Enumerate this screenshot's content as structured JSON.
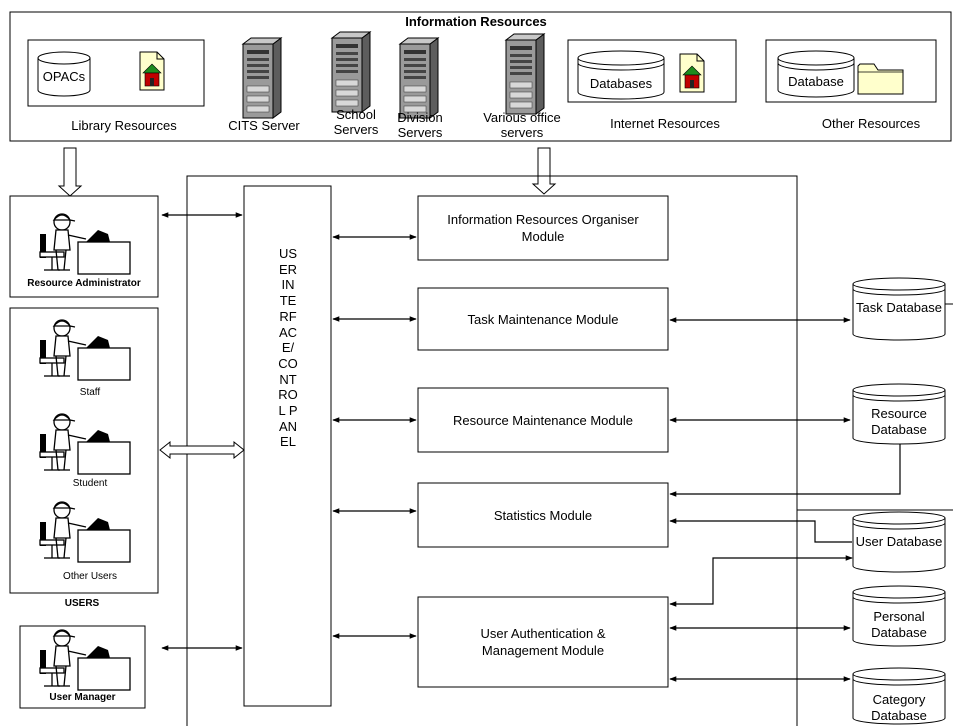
{
  "title": "Information Resources",
  "resources": {
    "opacs": "OPACs",
    "library": "Library Resources",
    "cits": "CITS Server",
    "school": "School\nServers",
    "division": "Division\nServers",
    "office": "Various office\nservers",
    "databases": "Databases",
    "internet": "Internet Resources",
    "database": "Database",
    "other": "Other Resources"
  },
  "users": {
    "resource_admin": "Resource Administrator",
    "staff": "Staff",
    "student": "Student",
    "other_users": "Other Users",
    "group": "USERS",
    "user_manager": "User Manager"
  },
  "panel": "USER INTERFACE/CONTROL PANEL",
  "modules": {
    "info_org": "Information Resources Organiser Module",
    "task": "Task Maintenance Module",
    "resource": "Resource Maintenance Module",
    "statistics": "Statistics Module",
    "user_auth": "User Authentication & Management Module"
  },
  "databases": {
    "task": "Task Database",
    "resource": "Resource Database",
    "user": "User Database",
    "personal": "Personal Database",
    "category": "Category Database"
  }
}
